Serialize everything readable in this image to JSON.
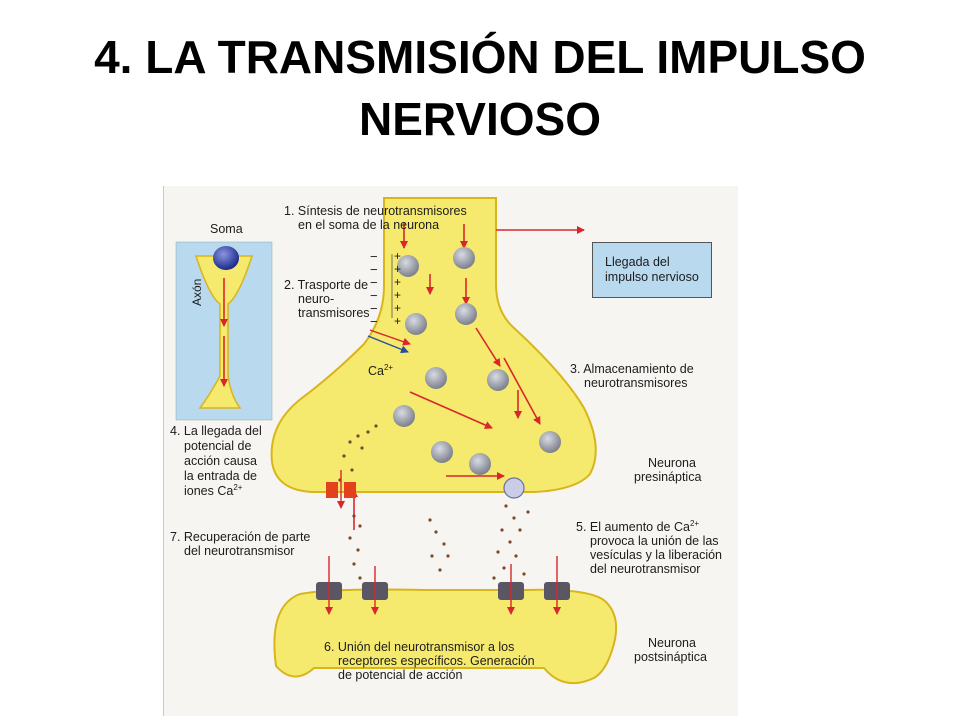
{
  "title": {
    "line1": "4. LA TRANSMISIÓN DEL IMPULSO",
    "line2": "NERVIOSO"
  },
  "colors": {
    "neuron_fill": "#f5ea6e",
    "neuron_outline": "#d7b51b",
    "inset_bg": "#b9d9ef",
    "arrow": "#d9262c",
    "vesicle": "#8a8e98",
    "neurotransmitter_dot": "#7a4a2a",
    "receptor": "#5a5664",
    "calcium_channel": "#e3411c"
  },
  "labels": {
    "soma": "Soma",
    "axon": "Axón",
    "step1": [
      "1. Síntesis de neurotransmisores",
      "en el soma de la neurona"
    ],
    "step2": [
      "2. Trasporte de",
      "neuro-",
      "transmisores"
    ],
    "step3": [
      "3. Almacenamiento de",
      "neurotransmisores"
    ],
    "step4": [
      "4. La llegada del",
      "potencial de",
      "acción causa",
      "la entrada de",
      "iones Ca"
    ],
    "step4_sup": "2+",
    "step5": [
      "5. El aumento de Ca",
      "provoca la unión de las",
      "vesículas y la liberación",
      "del neurotransmisor"
    ],
    "step5_sup": "2+",
    "step6": [
      "6. Unión del neurotransmisor a los",
      "receptores específicos. Generación",
      "de potencial de acción"
    ],
    "step7": [
      "7. Recuperación de parte",
      "del neurotransmisor"
    ],
    "arrival_box": [
      "Llegada del",
      "impulso nervioso"
    ],
    "ca": "Ca",
    "ca_sup": "2+",
    "presynaptic": [
      "Neurona",
      "presináptica"
    ],
    "postsynaptic": [
      "Neurona",
      "postsináptica"
    ],
    "charges_minus": [
      "−",
      "−",
      "−",
      "−",
      "−",
      "−"
    ],
    "charges_plus": [
      "+",
      "+",
      "+",
      "+",
      "+",
      "+"
    ]
  }
}
